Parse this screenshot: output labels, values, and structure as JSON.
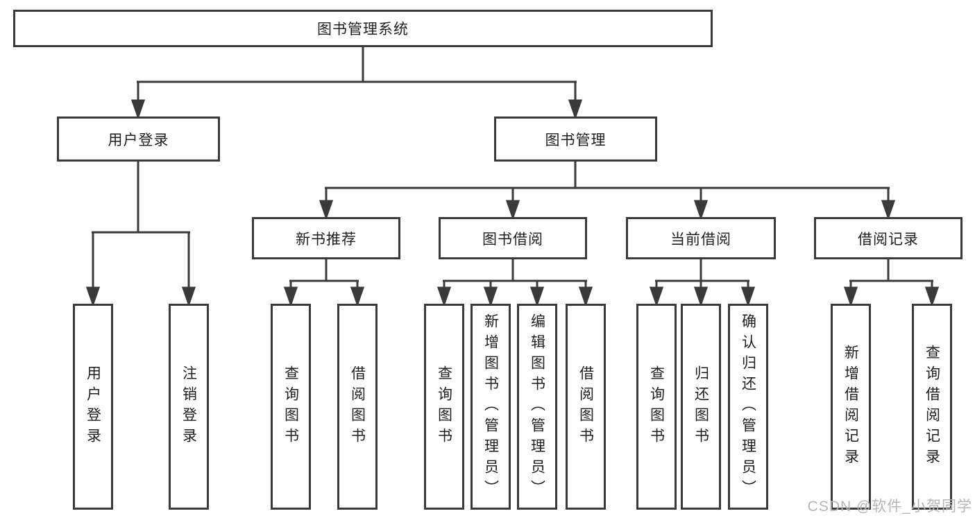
{
  "diagram_title": "图书管理系统",
  "tree": {
    "label": "图书管理系统",
    "children": [
      {
        "label": "用户登录",
        "children": [
          {
            "label": "用户登录"
          },
          {
            "label": "注销登录"
          }
        ]
      },
      {
        "label": "图书管理",
        "children": [
          {
            "label": "新书推荐",
            "children": [
              {
                "label": "查询图书"
              },
              {
                "label": "借阅图书"
              }
            ]
          },
          {
            "label": "图书借阅",
            "children": [
              {
                "label": "查询图书"
              },
              {
                "label": "新增图书（管理员）"
              },
              {
                "label": "编辑图书（管理员）"
              },
              {
                "label": "借阅图书"
              }
            ]
          },
          {
            "label": "当前借阅",
            "children": [
              {
                "label": "查询图书"
              },
              {
                "label": "归还图书"
              },
              {
                "label": "确认归还（管理员）"
              }
            ]
          },
          {
            "label": "借阅记录",
            "children": [
              {
                "label": "新增借阅记录"
              },
              {
                "label": "查询借阅记录"
              }
            ]
          }
        ]
      }
    ]
  },
  "watermark": {
    "text": "CSDN @软件_小贺同学"
  },
  "colors": {
    "line": "#3a3a3a",
    "box_border": "#3a3a3a",
    "text": "#1e1e1e",
    "watermark": "#b5b5b5",
    "background": "#ffffff"
  }
}
